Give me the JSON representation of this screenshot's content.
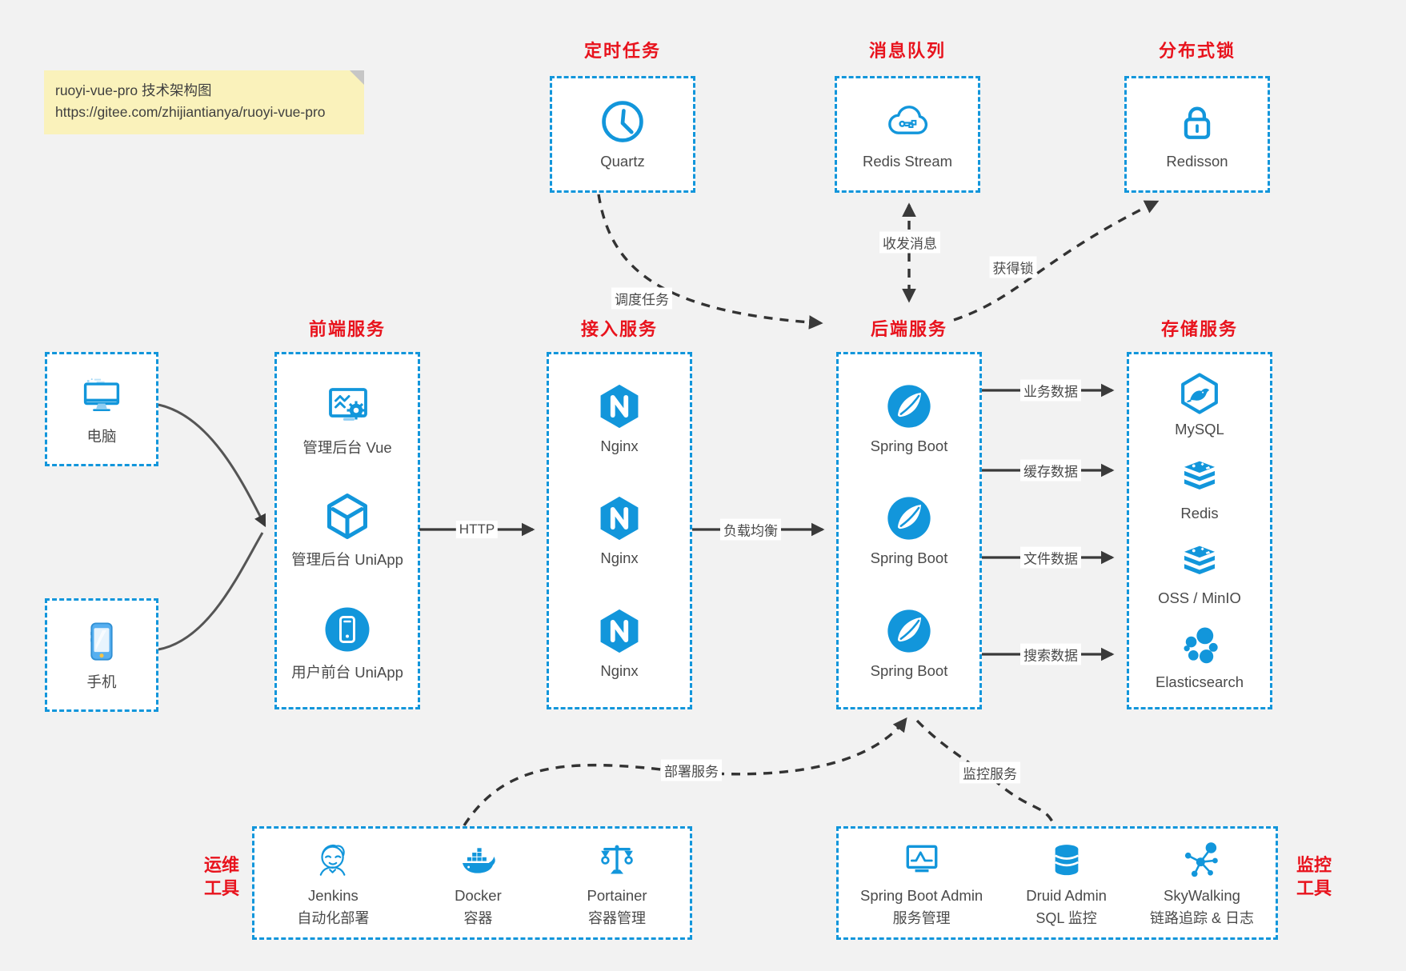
{
  "colors": {
    "accent_blue": "#1296db",
    "title_red": "#e8131d",
    "arrow_dark": "#3a3a3a",
    "note_bg": "#faf2bb",
    "page_bg": "#f2f2f2"
  },
  "note": {
    "line1": "ruoyi-vue-pro 技术架构图",
    "line2": "https://gitee.com/zhijiantianya/ruoyi-vue-pro"
  },
  "top_groups": [
    {
      "title": "定时任务",
      "item": {
        "label": "Quartz",
        "icon": "clock-icon"
      }
    },
    {
      "title": "消息队列",
      "item": {
        "label": "Redis Stream",
        "icon": "cloud-circuit-icon"
      }
    },
    {
      "title": "分布式锁",
      "item": {
        "label": "Redisson",
        "icon": "lock-icon"
      }
    }
  ],
  "clients": [
    {
      "label": "电脑",
      "icon": "computer-icon"
    },
    {
      "label": "手机",
      "icon": "smartphone-icon"
    }
  ],
  "columns": [
    {
      "title": "前端服务",
      "items": [
        {
          "label": "管理后台 Vue",
          "icon": "monitor-gear-icon"
        },
        {
          "label": "管理后台 UniApp",
          "icon": "cube-icon"
        },
        {
          "label": "用户前台 UniApp",
          "icon": "phone-circle-icon"
        }
      ]
    },
    {
      "title": "接入服务",
      "items": [
        {
          "label": "Nginx",
          "icon": "nginx-icon"
        },
        {
          "label": "Nginx",
          "icon": "nginx-icon"
        },
        {
          "label": "Nginx",
          "icon": "nginx-icon"
        }
      ]
    },
    {
      "title": "后端服务",
      "items": [
        {
          "label": "Spring Boot",
          "icon": "spring-icon"
        },
        {
          "label": "Spring Boot",
          "icon": "spring-icon"
        },
        {
          "label": "Spring Boot",
          "icon": "spring-icon"
        }
      ]
    },
    {
      "title": "存储服务",
      "items": [
        {
          "label": "MySQL",
          "icon": "mysql-icon"
        },
        {
          "label": "Redis",
          "icon": "redis-icon"
        },
        {
          "label": "OSS / MinIO",
          "icon": "storage-stack-icon"
        },
        {
          "label": "Elasticsearch",
          "icon": "elasticsearch-icon"
        }
      ]
    }
  ],
  "bottom_groups": [
    {
      "title_line1": "运维",
      "title_line2": "工具",
      "items": [
        {
          "label": "Jenkins",
          "sublabel": "自动化部署",
          "icon": "jenkins-icon"
        },
        {
          "label": "Docker",
          "sublabel": "容器",
          "icon": "docker-icon"
        },
        {
          "label": "Portainer",
          "sublabel": "容器管理",
          "icon": "portainer-icon"
        }
      ]
    },
    {
      "title_line1": "监控",
      "title_line2": "工具",
      "items": [
        {
          "label": "Spring Boot Admin",
          "sublabel": "服务管理",
          "icon": "monitor-pulse-icon"
        },
        {
          "label": "Druid Admin",
          "sublabel": "SQL 监控",
          "icon": "database-icon"
        },
        {
          "label": "SkyWalking",
          "sublabel": "链路追踪 & 日志",
          "icon": "topology-icon"
        }
      ]
    }
  ],
  "edge_labels": {
    "schedule": "调度任务",
    "message": "收发消息",
    "lock": "获得锁",
    "http": "HTTP",
    "load_balance": "负载均衡",
    "business_data": "业务数据",
    "cache_data": "缓存数据",
    "file_data": "文件数据",
    "search_data": "搜索数据",
    "deploy": "部署服务",
    "monitor": "监控服务"
  }
}
